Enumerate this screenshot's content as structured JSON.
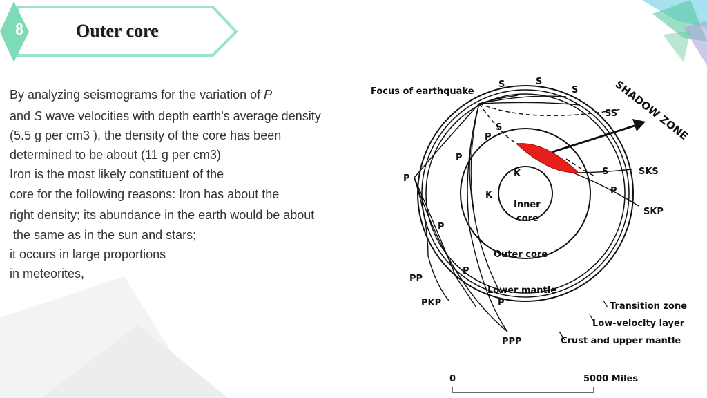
{
  "slide": {
    "number": "8",
    "title": "Outer core"
  },
  "body": {
    "lines": [
      {
        "pre": "By analyzing seismograms for the variation of ",
        "em": "P",
        "post": ""
      },
      {
        "pre": "and ",
        "em": "S",
        "post": " wave velocities with depth earth's average  density"
      },
      {
        "pre": "(5.5 g per cm3 ), the density of the core has been",
        "em": "",
        "post": ""
      },
      {
        "pre": "determined to be about (11 g per cm3)",
        "em": "",
        "post": ""
      },
      {
        "pre": "Iron is the most likely constituent of the",
        "em": "",
        "post": ""
      },
      {
        "pre": "core for the following reasons: Iron has about the",
        "em": "",
        "post": ""
      },
      {
        "pre": "right density; its abundance in the earth would be about",
        "em": "",
        "post": ""
      },
      {
        "pre": " the same as in the sun and stars;",
        "em": "",
        "post": ""
      },
      {
        "pre": "it occurs in large proportions",
        "em": "",
        "post": ""
      },
      {
        "pre": "in meteorites,",
        "em": "",
        "post": ""
      }
    ]
  },
  "diagram": {
    "focus_label": "Focus of earthquake",
    "shadow_zone": "SHADOW ZONE",
    "inner_core_1": "Inner",
    "inner_core_2": "core",
    "outer_core": "Outer  core",
    "lower_mantle": "Lower   mantle",
    "transition_zone": "Transition zone",
    "low_velocity": "Low-velocity  layer",
    "crust": "Crust and upper mantle",
    "scale_zero": "0",
    "scale_end": "5000 Miles",
    "wave_S": "S",
    "wave_SS": "SS",
    "wave_SKS": "SKS",
    "wave_SKP": "SKP",
    "wave_P": "P",
    "wave_K": "K",
    "wave_PP": "PP",
    "wave_PKP": "PKP",
    "wave_PPP": "PPP",
    "shadow_color": "#e8201c"
  }
}
